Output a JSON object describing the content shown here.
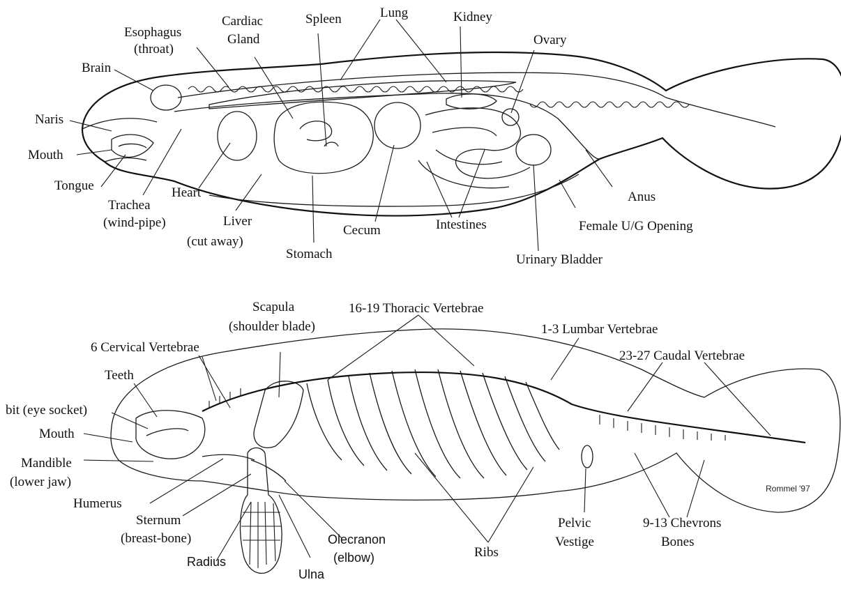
{
  "organs_diagram": {
    "labels": {
      "esophagus": [
        "Esophagus",
        "(throat)"
      ],
      "cardiac_gland": [
        "Cardiac",
        "Gland"
      ],
      "spleen": "Spleen",
      "lung": "Lung",
      "kidney": "Kidney",
      "ovary": "Ovary",
      "brain": "Brain",
      "naris": "Naris",
      "mouth": "Mouth",
      "tongue": "Tongue",
      "trachea": [
        "Trachea",
        "(wind-pipe)"
      ],
      "heart": "Heart",
      "liver": [
        "Liver",
        "(cut away)"
      ],
      "stomach": "Stomach",
      "cecum": "Cecum",
      "intestines": "Intestines",
      "anus": "Anus",
      "female_ug": "Female U/G Opening",
      "urinary_bladder": "Urinary Bladder"
    }
  },
  "skeleton_diagram": {
    "labels": {
      "scapula": [
        "Scapula",
        "(shoulder blade)"
      ],
      "thoracic": "16-19 Thoracic Vertebrae",
      "lumbar": "1-3 Lumbar Vertebrae",
      "caudal": "23-27 Caudal Vertebrae",
      "cervical": "6 Cervical Vertebrae",
      "teeth": "Teeth",
      "orbit": "bit (eye socket)",
      "mouth": "Mouth",
      "mandible": [
        "Mandible",
        "(lower jaw)"
      ],
      "humerus": "Humerus",
      "sternum": [
        "Sternum",
        "(breast-bone)"
      ],
      "radius": "Radius",
      "ulna": "Ulna",
      "olecranon": [
        "Olecranon",
        "(elbow)"
      ],
      "ribs": "Ribs",
      "pelvic": [
        "Pelvic",
        "Vestige"
      ],
      "chevrons": [
        "9-13 Chevrons",
        "Bones"
      ]
    },
    "signature": "Rommel '97"
  }
}
